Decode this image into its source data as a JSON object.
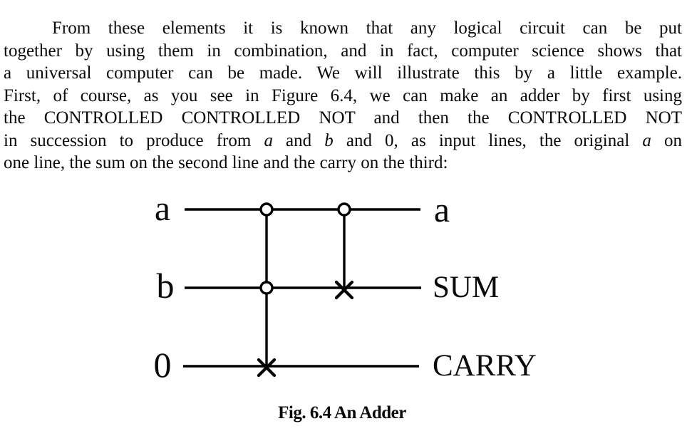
{
  "paragraph": {
    "lines": [
      {
        "indent": true,
        "justify": true,
        "segments": [
          {
            "text": "From these elements it is known that any logical circuit can be put"
          }
        ]
      },
      {
        "indent": false,
        "justify": true,
        "segments": [
          {
            "text": "together by using them in combination, and in fact, computer science shows that"
          }
        ]
      },
      {
        "indent": false,
        "justify": true,
        "segments": [
          {
            "text": "a universal computer can be made. We will illustrate this by a little example."
          }
        ]
      },
      {
        "indent": false,
        "justify": true,
        "segments": [
          {
            "text": "First, of course, as you see in Figure 6.4, we can make an adder by first using"
          }
        ]
      },
      {
        "indent": false,
        "justify": true,
        "segments": [
          {
            "text": "the CONTROLLED CONTROLLED NOT and then the CONTROLLED NOT"
          }
        ]
      },
      {
        "indent": false,
        "justify": true,
        "segments": [
          {
            "text": "in succession to produce from "
          },
          {
            "text": "a",
            "italic": true
          },
          {
            "text": " and "
          },
          {
            "text": "b",
            "italic": true
          },
          {
            "text": " and 0, as input lines, the original "
          },
          {
            "text": "a",
            "italic": true
          },
          {
            "text": " on"
          }
        ]
      },
      {
        "indent": false,
        "justify": false,
        "segments": [
          {
            "text": "one line, the sum on the second line and the carry on the third:"
          }
        ]
      }
    ]
  },
  "figure": {
    "caption": "Fig. 6.4 An Adder",
    "wires": [
      {
        "input_label": "a",
        "output_label": "a"
      },
      {
        "input_label": "b",
        "output_label": "SUM"
      },
      {
        "input_label": "0",
        "output_label": "CARRY"
      }
    ],
    "gates": [
      {
        "type": "controlled-controlled-not",
        "controls": [
          0,
          1
        ],
        "target": 2
      },
      {
        "type": "controlled-not",
        "controls": [
          0
        ],
        "target": 1
      }
    ],
    "colors": {
      "ink": "#0a0a0a",
      "background": "#ffffff"
    }
  }
}
